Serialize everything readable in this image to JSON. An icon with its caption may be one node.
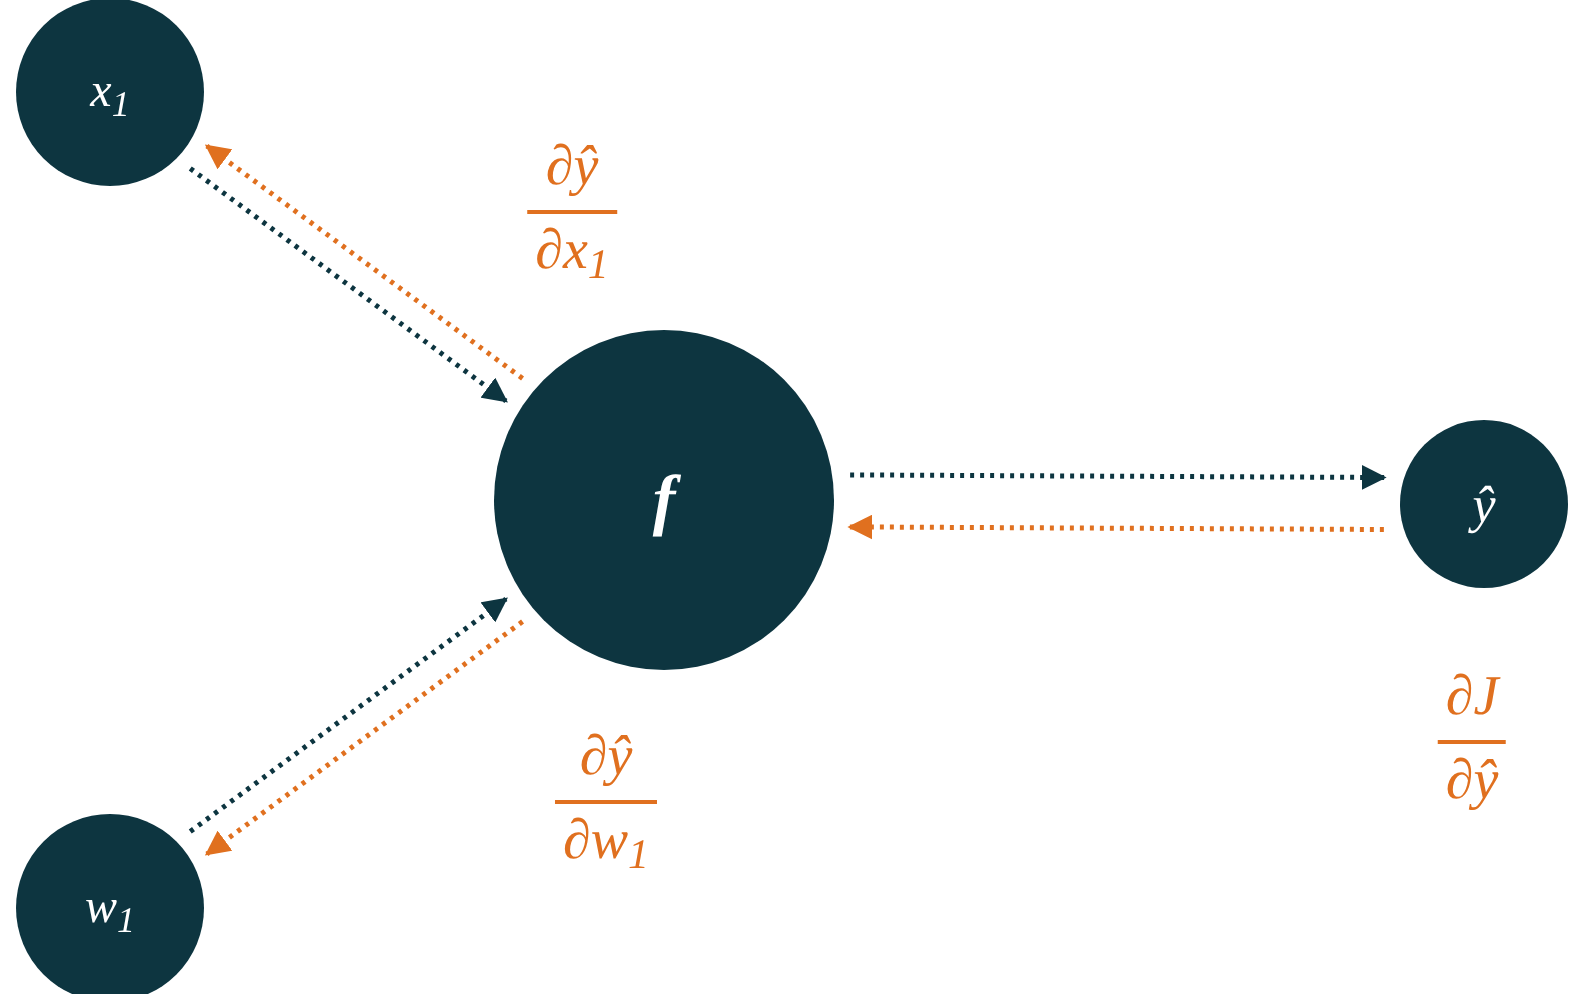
{
  "diagram": {
    "nodes": [
      {
        "text": [
          "x$_{1}$"
        ]
      },
      {
        "text": [
          "w$_{1}$"
        ]
      },
      {
        "text": [
          "f"
        ]
      },
      {
        "text": [
          "ŷ"
        ]
      }
    ],
    "edges": [
      {
        "from": 0,
        "to": 2,
        "arrow": "to",
        "color": "#0d3540"
      },
      {
        "from": 2,
        "to": 0,
        "arrow": "to",
        "color": "#e0701f",
        "label": "∂ŷ ∂x$_{1}$"
      },
      {
        "from": 1,
        "to": 2,
        "arrow": "to",
        "color": "#0d3540"
      },
      {
        "from": 2,
        "to": 1,
        "arrow": "to",
        "color": "#e0701f",
        "label": "∂ŷ ∂w$_{1}$"
      },
      {
        "from": 2,
        "to": 3,
        "arrow": "to",
        "color": "#0d3540"
      },
      {
        "from": 3,
        "to": 2,
        "arrow": "to",
        "color": "#e0701f",
        "label": "∂J ∂ŷ"
      }
    ]
  }
}
